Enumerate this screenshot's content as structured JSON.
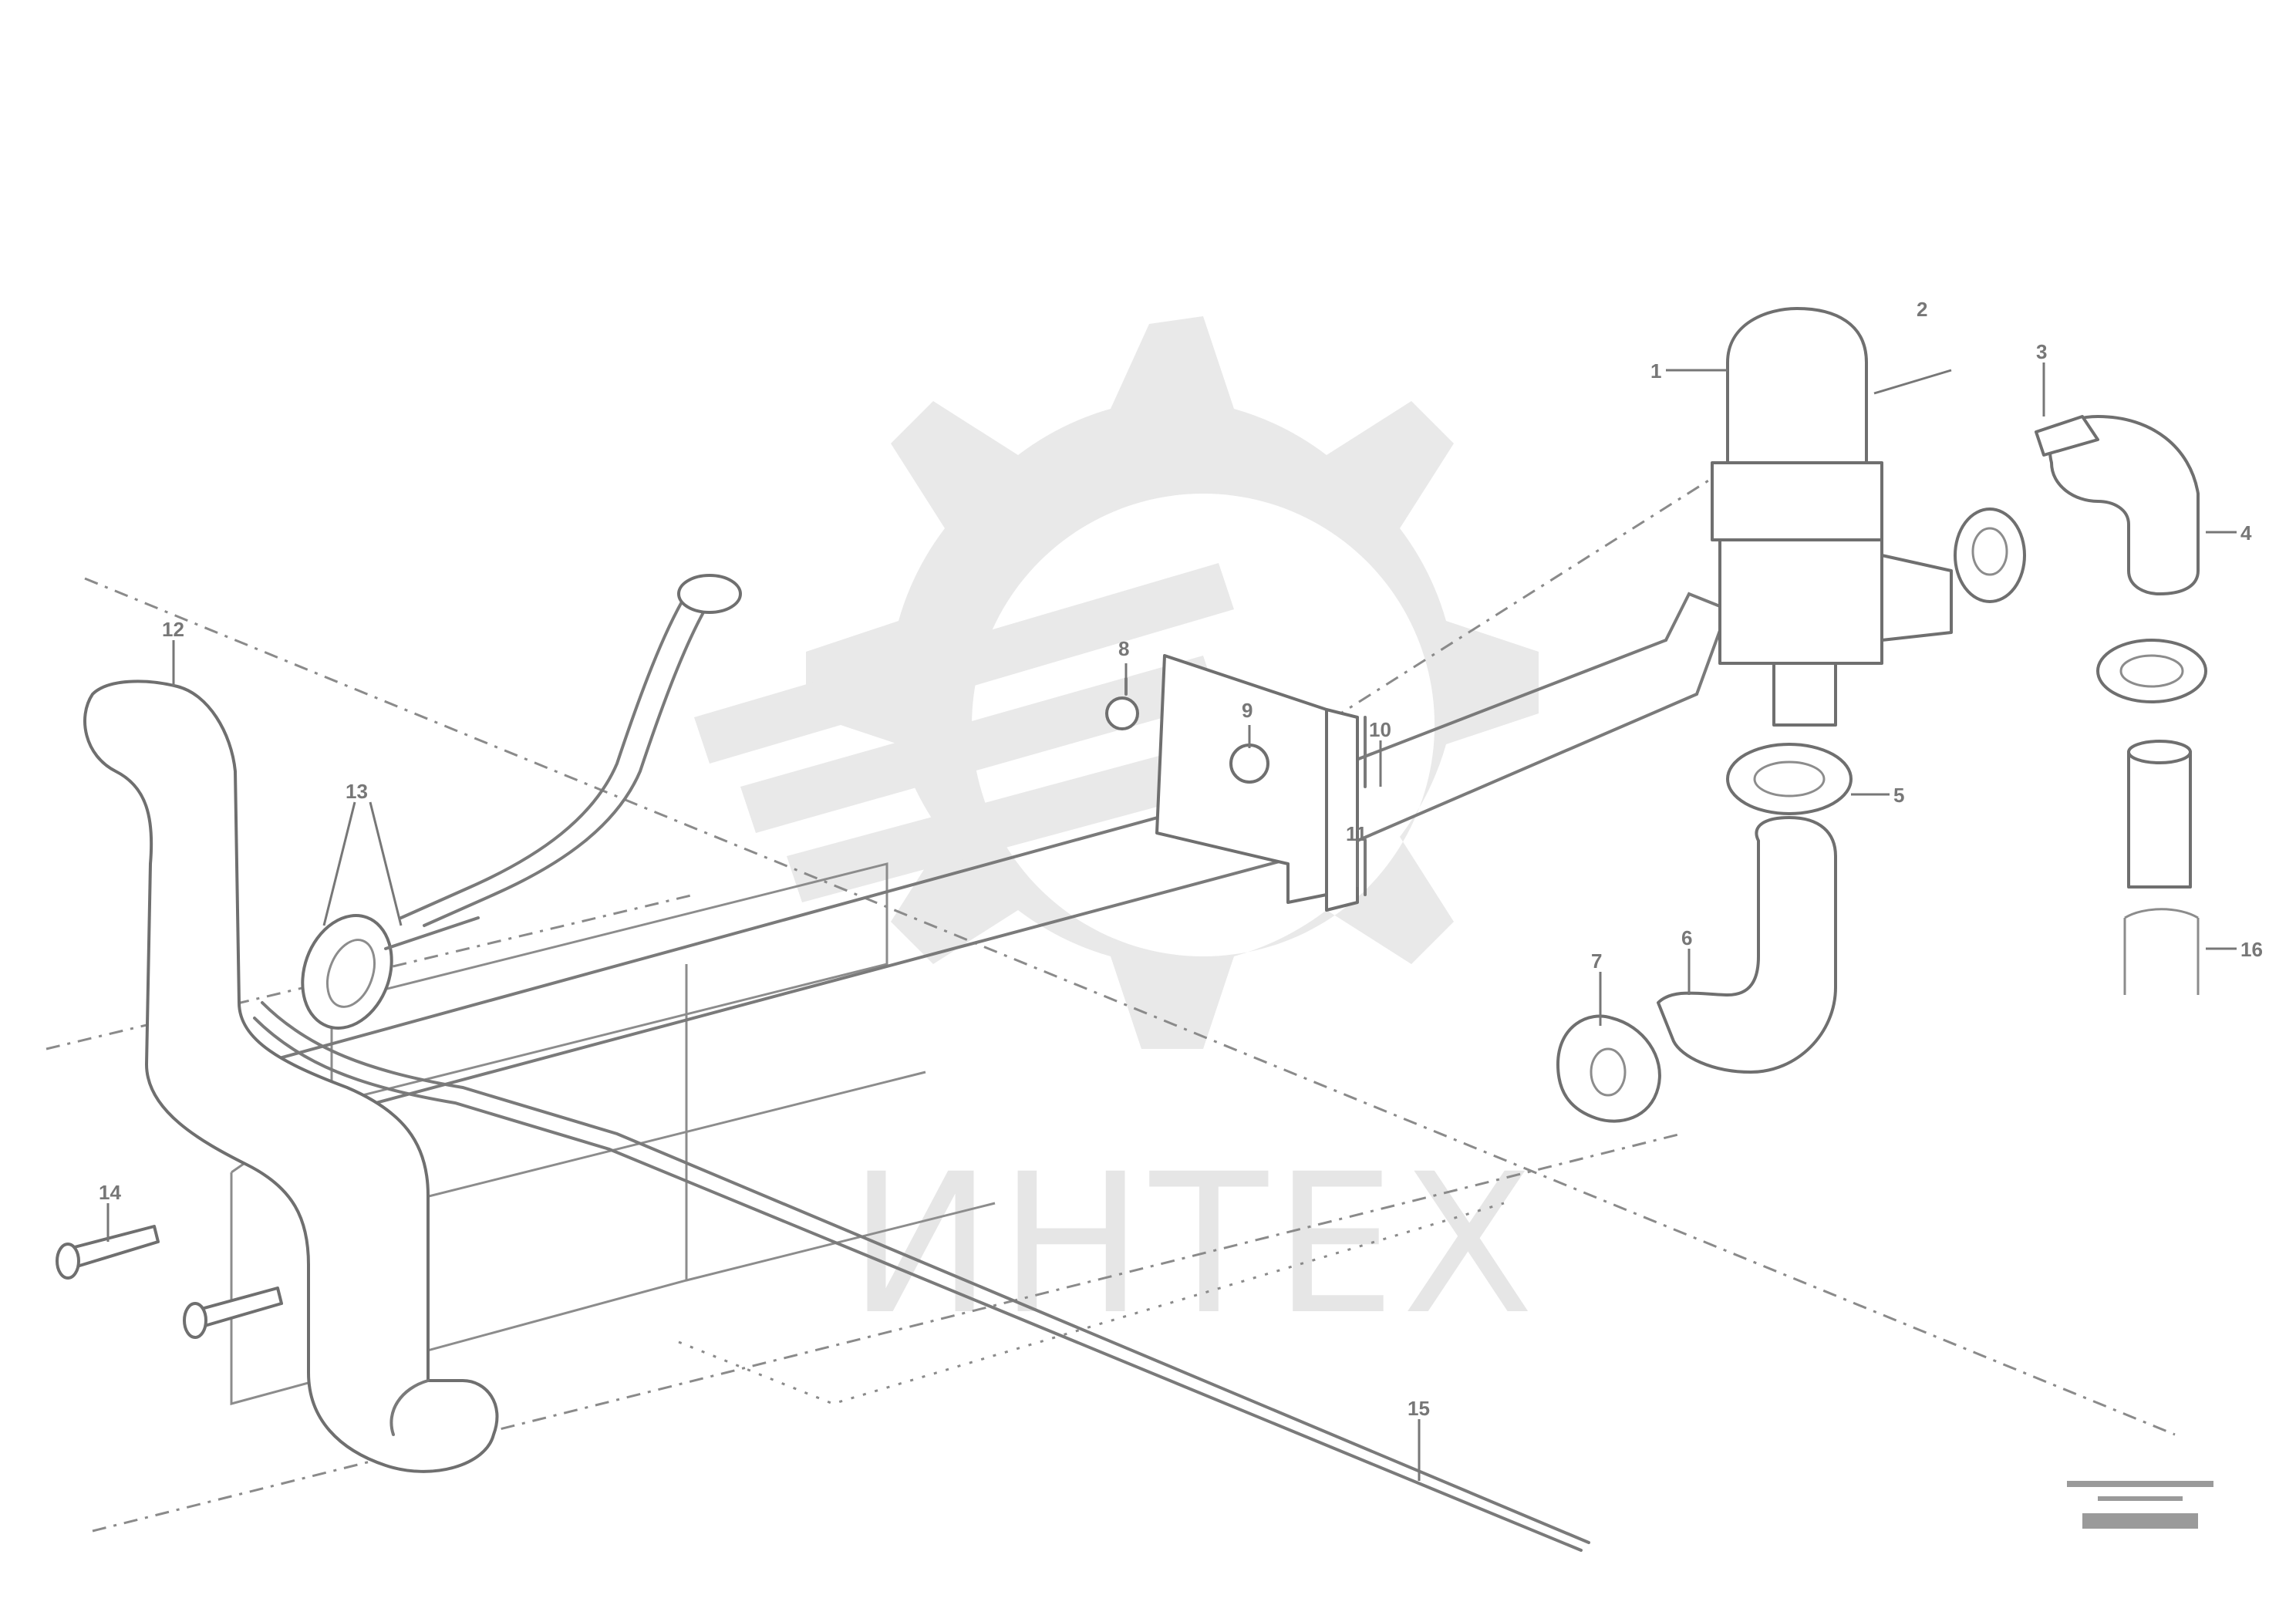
{
  "watermark": {
    "text": "ИНТЕХ"
  },
  "callouts": {
    "c_filter_top": "1",
    "c_bolt_top": "2",
    "c_clamp_right": "3",
    "c_hose_right": "4",
    "c_ring_mid": "5",
    "c_pipe_mid": "6",
    "c_nut_mid": "7",
    "c_bracket_nut": "8",
    "c_bracket_top": "9",
    "c_bracket_bolt": "10",
    "c_bracket_low": "11",
    "c_hose_left": "12",
    "c_clamp_left": "13",
    "c_bolt_left": "14",
    "c_tube_bottom": "15",
    "c_sleeve_right": "16"
  },
  "colors": {
    "line": "#6f6f6f",
    "watermark": "#e9e9e9"
  }
}
